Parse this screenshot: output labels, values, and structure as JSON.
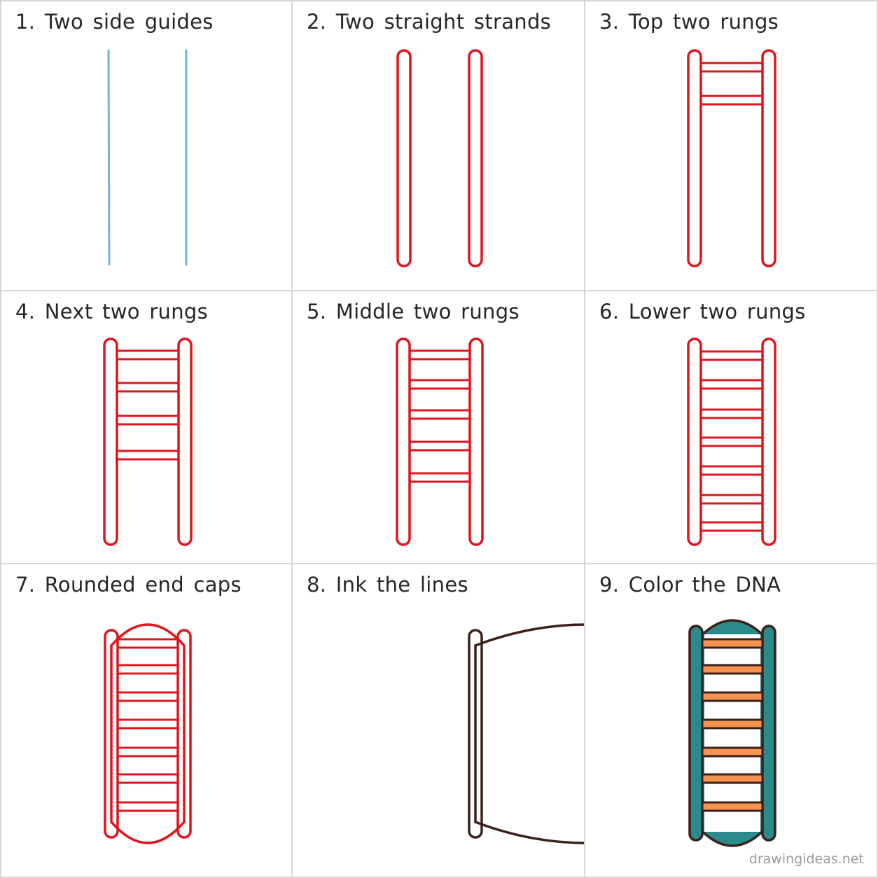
{
  "colors": {
    "guide": "#6fb3e6",
    "pencil": "#e0141c",
    "ink": "#3a2119",
    "strand_fill": "#2a8a8c",
    "rung_fill": "#f4934f"
  },
  "panels": [
    {
      "title": "1. Two side guides"
    },
    {
      "title": "2. Two straight strands"
    },
    {
      "title": "3. Top two rungs"
    },
    {
      "title": "4. Next two rungs"
    },
    {
      "title": "5. Middle two rungs"
    },
    {
      "title": "6. Lower two rungs"
    },
    {
      "title": "7. Rounded end caps"
    },
    {
      "title": "8. Ink the lines"
    },
    {
      "title": "9. Color the DNA"
    }
  ],
  "watermark": "drawingideas.net"
}
